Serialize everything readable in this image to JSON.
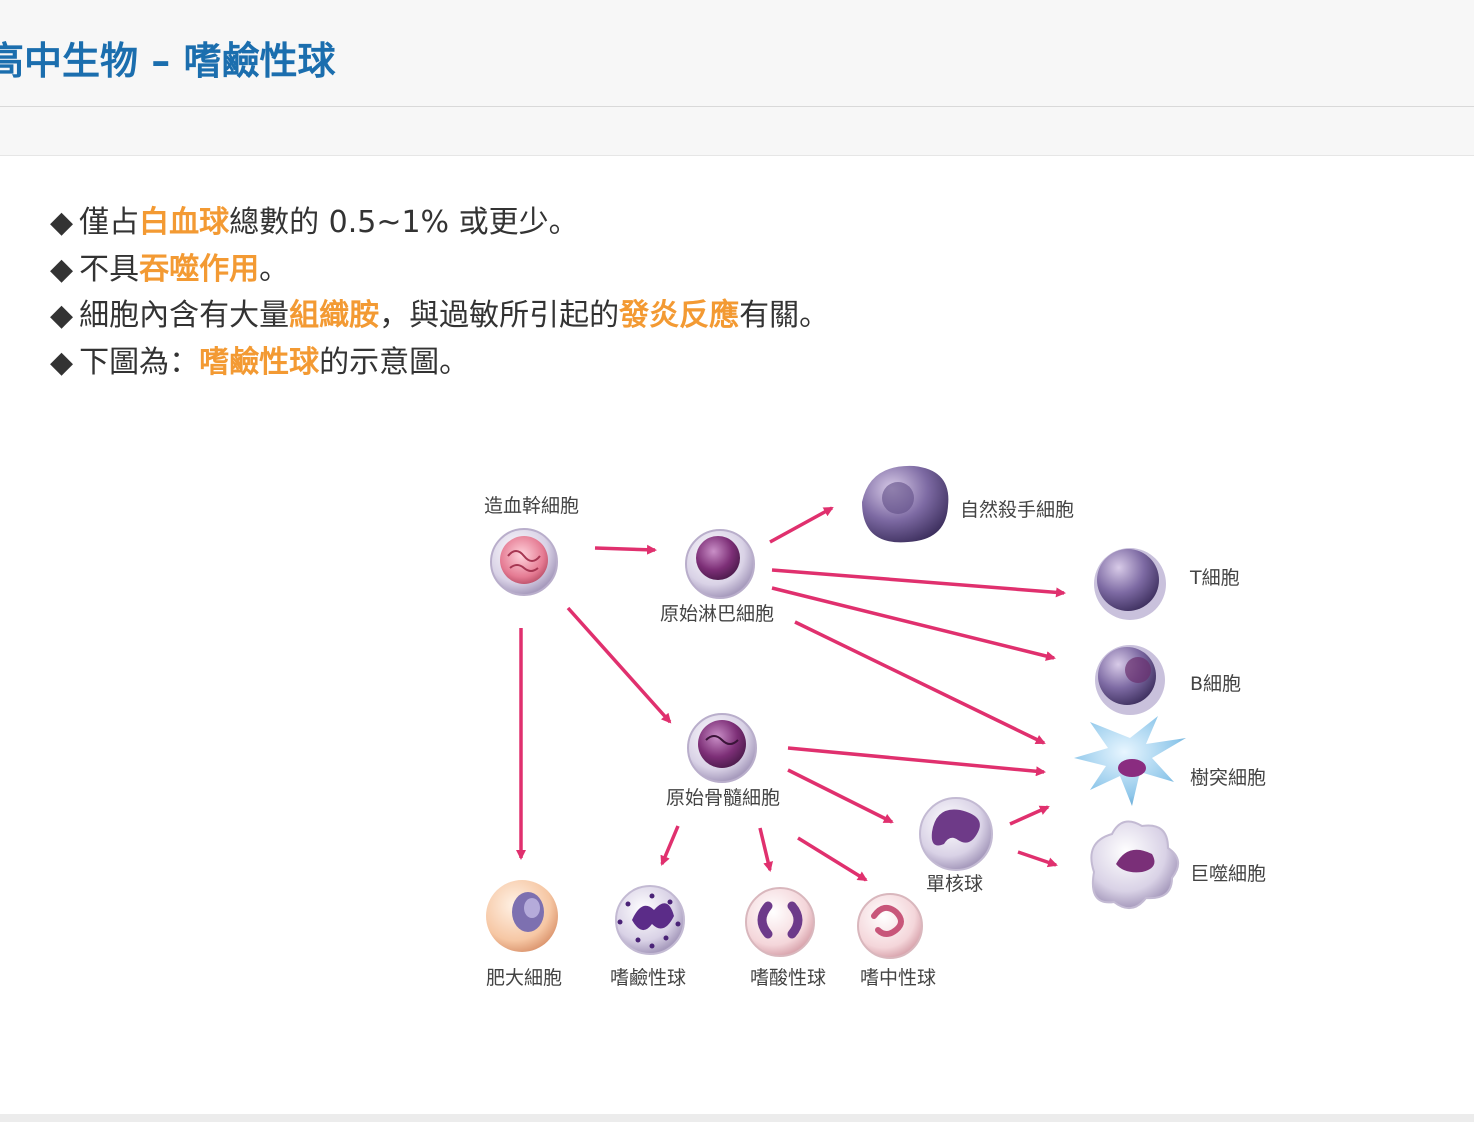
{
  "header": {
    "title": "高中生物 – 嗜鹼性球"
  },
  "bullets": [
    {
      "parts": [
        "僅占",
        "白血球",
        "總數的 0.5~1% 或更少。"
      ]
    },
    {
      "parts": [
        "不具",
        "吞噬作用",
        "。"
      ]
    },
    {
      "parts": [
        "細胞內含有大量",
        "組織胺",
        "，與過敏所引起的",
        "發炎反應",
        "有關。"
      ]
    },
    {
      "parts": [
        "下圖為：",
        "嗜鹼性球",
        "的示意圖。"
      ]
    }
  ],
  "bullet_symbol": "◆",
  "colors": {
    "title": "#1b6eae",
    "highlight": "#f39a33",
    "arrow": "#e0306e",
    "text": "#333333"
  },
  "figure": {
    "labels": {
      "stem": "造血幹細胞",
      "lymphoid": "原始淋巴細胞",
      "myeloid": "原始骨髓細胞",
      "nk": "自然殺手細胞",
      "t": "T細胞",
      "b": "B細胞",
      "dendritic": "樹突細胞",
      "macrophage": "巨噬細胞",
      "monocyte": "單核球",
      "mast": "肥大細胞",
      "basophil": "嗜鹼性球",
      "eosinophil": "嗜酸性球",
      "neutrophil": "嗜中性球"
    }
  }
}
